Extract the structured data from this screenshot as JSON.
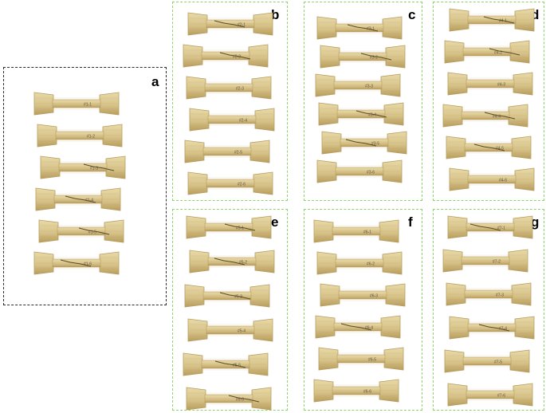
{
  "figure": {
    "panels": [
      {
        "label": "a",
        "specimens": [
          {
            "code": "#1-1",
            "cracked": false
          },
          {
            "code": "#1-2",
            "cracked": false
          },
          {
            "code": "#1-3",
            "cracked": true
          },
          {
            "code": "#1-4",
            "cracked": true
          },
          {
            "code": "#1-5",
            "cracked": true
          },
          {
            "code": "#1-6",
            "cracked": true
          }
        ]
      },
      {
        "label": "b",
        "specimens": [
          {
            "code": "#2-1",
            "cracked": true
          },
          {
            "code": "#2-2",
            "cracked": true
          },
          {
            "code": "#2-3",
            "cracked": false
          },
          {
            "code": "#2-4",
            "cracked": false
          },
          {
            "code": "#2-5",
            "cracked": false
          },
          {
            "code": "#2-6",
            "cracked": false
          }
        ]
      },
      {
        "label": "c",
        "specimens": [
          {
            "code": "#3-1",
            "cracked": true
          },
          {
            "code": "#3-2",
            "cracked": true
          },
          {
            "code": "#3-3",
            "cracked": false
          },
          {
            "code": "#3-4",
            "cracked": true
          },
          {
            "code": "#3-5",
            "cracked": true
          },
          {
            "code": "#3-6",
            "cracked": false
          }
        ]
      },
      {
        "label": "d",
        "specimens": [
          {
            "code": "#4-1",
            "cracked": true
          },
          {
            "code": "#4-2",
            "cracked": true
          },
          {
            "code": "#4-3",
            "cracked": false
          },
          {
            "code": "#4-4",
            "cracked": true
          },
          {
            "code": "#4-5",
            "cracked": true
          },
          {
            "code": "#4-6",
            "cracked": false
          }
        ]
      },
      {
        "label": "e",
        "specimens": [
          {
            "code": "#5-1",
            "cracked": true
          },
          {
            "code": "#5-2",
            "cracked": true
          },
          {
            "code": "#5-3",
            "cracked": true
          },
          {
            "code": "#5-4",
            "cracked": false
          },
          {
            "code": "#5-5",
            "cracked": true
          },
          {
            "code": "#5-6",
            "cracked": true
          }
        ]
      },
      {
        "label": "f",
        "specimens": [
          {
            "code": "#6-1",
            "cracked": false
          },
          {
            "code": "#6-2",
            "cracked": false
          },
          {
            "code": "#6-3",
            "cracked": false
          },
          {
            "code": "#6-4",
            "cracked": true
          },
          {
            "code": "#6-5",
            "cracked": false
          },
          {
            "code": "#6-6",
            "cracked": false
          }
        ]
      },
      {
        "label": "g",
        "specimens": [
          {
            "code": "#7-1",
            "cracked": true
          },
          {
            "code": "#7-2",
            "cracked": false
          },
          {
            "code": "#7-3",
            "cracked": false
          },
          {
            "code": "#7-4",
            "cracked": true
          },
          {
            "code": "#7-5",
            "cracked": false
          },
          {
            "code": "#7-6",
            "cracked": false
          }
        ]
      }
    ]
  },
  "colors": {
    "background": "#ffffff",
    "panel_a_border": "#2a2a2a",
    "panel_green_border": "#8fd36b",
    "bamboo_light": "#e8d9a8",
    "bamboo_mid": "#d8c48a",
    "bamboo_dark": "#b89d5e",
    "fracture": "#5a4a2a",
    "specimen_marking": "#5a5040"
  }
}
